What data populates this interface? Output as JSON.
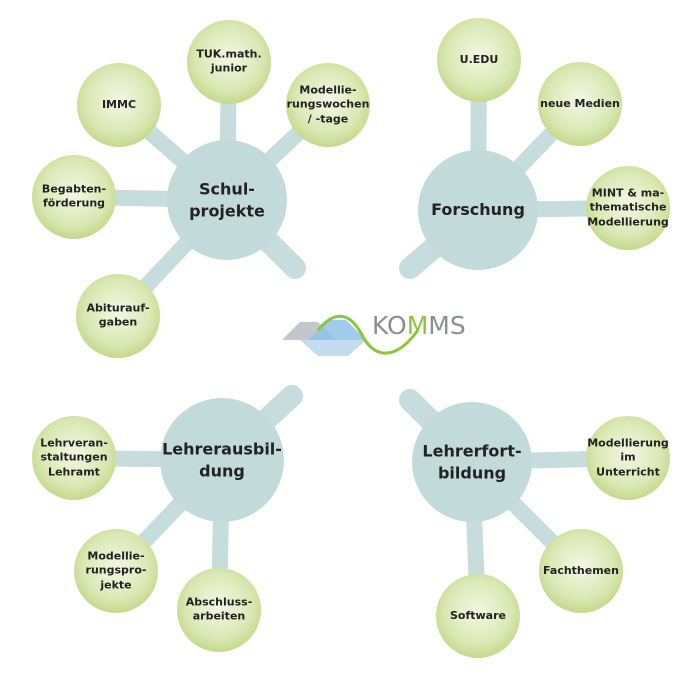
{
  "logo": {
    "text_before": "KO",
    "text_accent": "M",
    "text_after": "MS"
  },
  "clusters": [
    {
      "hub": "Schul-\nprojekte",
      "satellites": [
        "TUK.math.\njunior",
        "IMMC",
        "Modellie-\nrungswochen\n/ -tage",
        "Begabten-\nförderung",
        "Abiturauf-\ngaben"
      ]
    },
    {
      "hub": "Forschung",
      "satellites": [
        "U.EDU",
        "neue Medien",
        "MINT & ma-\nthematische\nModellierung"
      ]
    },
    {
      "hub": "Lehrerausbil-\ndung",
      "satellites": [
        "Lehrveran-\nstaltungen\nLehramt",
        "Modellie-\nrungspro-\njekte",
        "Abschluss-\narbeiten"
      ]
    },
    {
      "hub": "Lehrerfort-\nbildung",
      "satellites": [
        "Modellierung\nim Unterricht",
        "Fachthemen",
        "Software"
      ]
    }
  ],
  "colors": {
    "hub": "#c3dadb",
    "satellite_center": "#f1f6df",
    "satellite_edge": "#c6da8e",
    "logo_green": "#8cc63f",
    "logo_blue": "#7fb8e0",
    "logo_grey": "#b9bcc0"
  }
}
